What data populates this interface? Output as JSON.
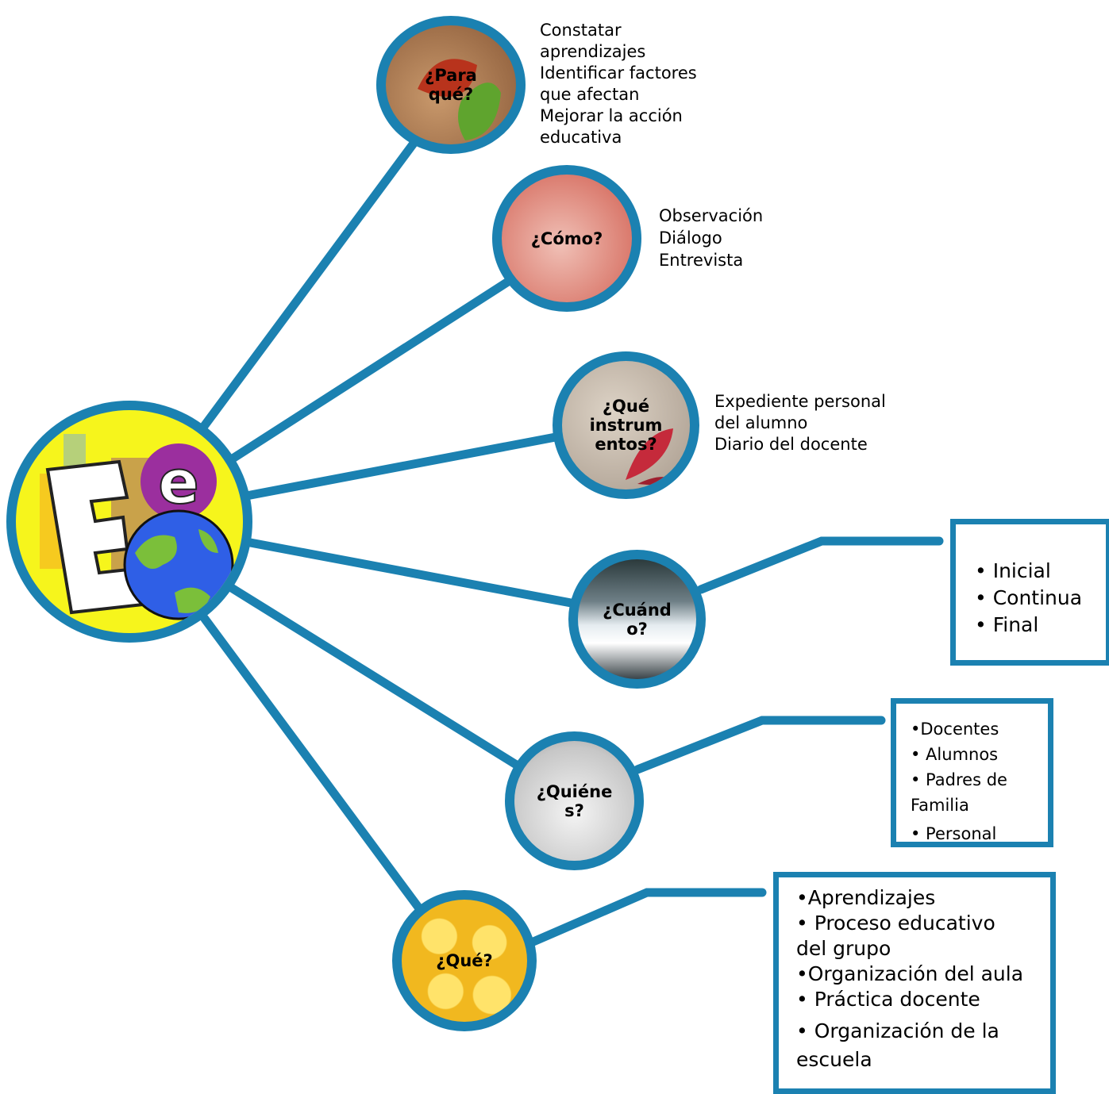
{
  "diagram": {
    "hub": {
      "logo_text": "Ee"
    },
    "nodes": [
      {
        "id": "para-que",
        "label": "¿Para\nqué?",
        "bg": "#b4764f"
      },
      {
        "id": "como",
        "label": "¿Cómo?",
        "bg": "#e7a39a"
      },
      {
        "id": "que-instrumentos",
        "label": "¿Qué\ninstrum\nentos?",
        "bg": "#bdb2a6"
      },
      {
        "id": "cuando",
        "label": "¿Cuánd\no?",
        "bg": "#c9d1d6"
      },
      {
        "id": "quienes",
        "label": "¿Quiéne\ns?",
        "bg": "#d3d3d3"
      },
      {
        "id": "que",
        "label": "¿Qué?",
        "bg": "#f2c22f"
      }
    ],
    "para_que_text": " Constatar\naprendizajes\n Identificar factores\nque afectan\n Mejorar la acción\neducativa",
    "como_text": "Observación\nDiálogo\nEntrevista",
    "instrumentos_text": " Expediente personal\ndel alumno\nDiario del docente",
    "cuando_box": [
      "• Inicial",
      "• Continua",
      "• Final"
    ],
    "quienes_box": [
      "•Docentes",
      "• Alumnos",
      "• Padres de\nFamilia",
      "• Personal"
    ],
    "que_box": [
      "•Aprendizajes",
      "• Proceso educativo\ndel grupo",
      "•Organización del aula",
      "• Práctica docente",
      "• Organización de la\nescuela"
    ]
  },
  "colors": {
    "accent": "#1b81b1",
    "hub_yellow": "#f6f51c"
  }
}
